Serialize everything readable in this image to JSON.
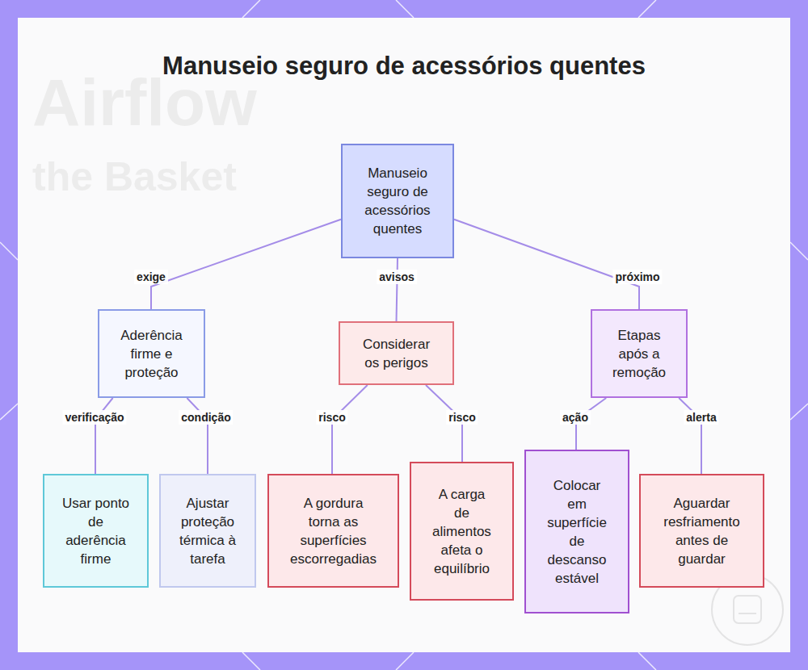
{
  "diagram": {
    "title": "Manuseio seguro de acessórios quentes",
    "nodes": [
      {
        "text": [
          "Manuseio seguro de acessórios quentes"
        ]
      },
      {
        "text": [
          "Aderência firme e proteção"
        ]
      },
      {
        "text": [
          "Considerar os perigos"
        ]
      },
      {
        "text": [
          "Etapas após a remoção"
        ]
      },
      {
        "text": [
          "Usar ponto de aderência firme"
        ]
      },
      {
        "text": [
          "Ajustar proteção térmica à tarefa"
        ]
      },
      {
        "text": [
          "A gordura torna as superfícies escorregadias"
        ]
      },
      {
        "text": [
          "A carga de alimentos afeta o equilíbrio"
        ]
      },
      {
        "text": [
          "Colocar em superfície de descanso estável"
        ]
      },
      {
        "text": [
          "Aguardar resfriamento antes de guardar"
        ]
      }
    ],
    "edges": [
      {
        "from": 0,
        "to": 1,
        "label": "exige",
        "arrow": "none"
      },
      {
        "from": 0,
        "to": 2,
        "label": "avisos",
        "arrow": "none"
      },
      {
        "from": 0,
        "to": 3,
        "label": "próximo",
        "arrow": "none"
      },
      {
        "from": 1,
        "to": 4,
        "label": "verificação",
        "arrow": "none"
      },
      {
        "from": 1,
        "to": 5,
        "label": "condição",
        "arrow": "none"
      },
      {
        "from": 2,
        "to": 6,
        "label": "risco",
        "arrow": "none"
      },
      {
        "from": 2,
        "to": 7,
        "label": "risco",
        "arrow": "none"
      },
      {
        "from": 3,
        "to": 8,
        "label": "ação",
        "arrow": "none"
      },
      {
        "from": 3,
        "to": 9,
        "label": "alerta",
        "arrow": "none"
      }
    ],
    "labels": [
      "Airflow",
      "the Basket"
    ]
  }
}
